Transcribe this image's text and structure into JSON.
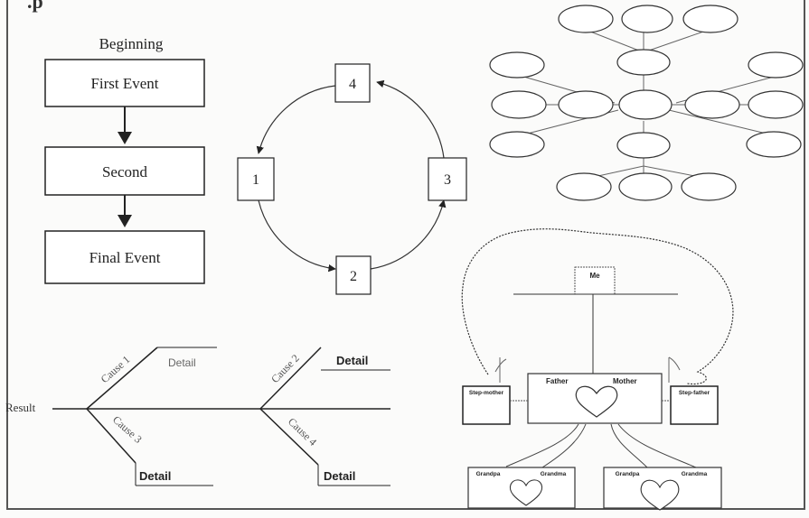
{
  "sequence": {
    "heading": "Beginning",
    "boxes": [
      "First Event",
      "Second",
      "Final Event"
    ]
  },
  "cycle": {
    "nodes": [
      "4",
      "1",
      "3",
      "2"
    ]
  },
  "fishbone": {
    "result": "Result",
    "causes": [
      "Cause 1",
      "Cause 2",
      "Cause 3",
      "Cause 4"
    ],
    "details": [
      "Detail",
      "Detail",
      "Detail",
      "Detail"
    ]
  },
  "family_tree": {
    "me": "Me",
    "father": "Father",
    "mother": "Mother",
    "stepmother": "Step-mother",
    "stepfather": "Step-father",
    "grandparents": [
      "Grandpa",
      "Grandma",
      "Grandpa",
      "Grandma"
    ]
  },
  "colors": {
    "line": "#222222",
    "frame": "#555555",
    "light_line": "#888888"
  }
}
